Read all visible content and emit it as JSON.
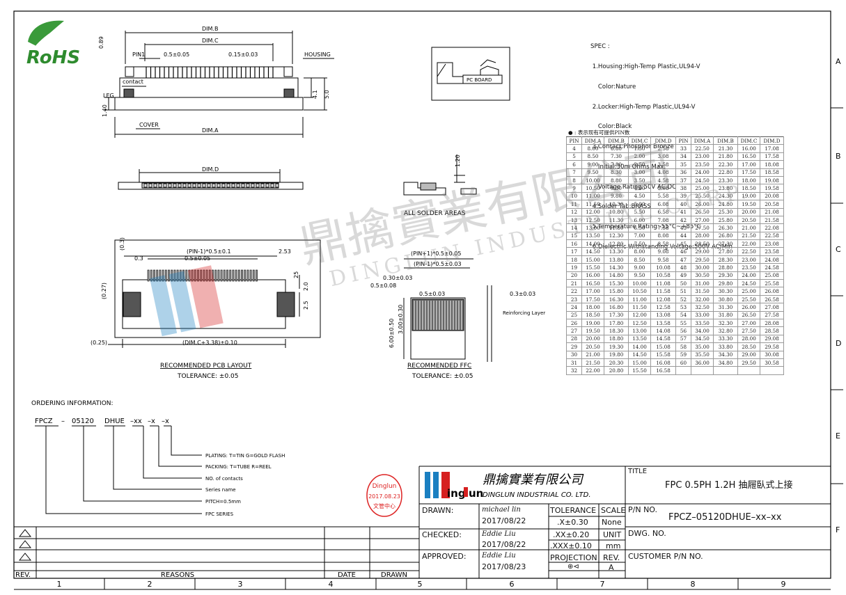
{
  "logo": {
    "rohs": "RoHS"
  },
  "drawing_labels": {
    "dim_b": "DIM.B",
    "dim_c": "DIM.C",
    "dim_a": "DIM.A",
    "dim_d": "DIM.D",
    "pin1": "PIN1",
    "housing": "HOUSING",
    "contact": "contact",
    "leg": "LEG",
    "cover": "COVER",
    "pitch": "0.5±0.05",
    "pin_w": "0.15±0.03",
    "h089": "0.89",
    "h50": "5.0",
    "h41": "4.1",
    "h140": "1.40",
    "pc_board": "PC BOARD",
    "solder_areas": "ALL SOLDER AREAS",
    "h120": "1.20",
    "pcb_pin": "(PIN-1)*0.5±0.1",
    "pcb_253": "2.53",
    "pcb_03": "0.3",
    "pcb_05": "0.5±0.05",
    "pcb_03b": "(0.3)",
    "pcb_027": "(0.27)",
    "pcb_025": "(0.25)",
    "pcb_20": "2.0",
    "pcb_25": "2.5",
    "pcb_25b": "25",
    "pcb_dimc": "(DIM.C+3.38)±0.10",
    "pcb_title": "RECOMMENDED PCB LAYOUT",
    "pcb_tol": "TOLERANCE: ±0.05",
    "ffc_a": "(PIN+1)*0.5±0.05",
    "ffc_b": "(PIN-1)*0.5±0.03",
    "ffc_c": "0.30±0.03",
    "ffc_d": "0.5±0.08",
    "ffc_e": "0.5±0.03",
    "ffc_f": "0.3±0.03",
    "ffc_g": "6.00±0.50",
    "ffc_h": "3.00±0.30",
    "ffc_layer": "Reinforcing Layer",
    "ffc_title": "RECOMMENDED FFC",
    "ffc_tol": "TOLERANCE: ±0.05"
  },
  "spec": {
    "title": "SPEC :",
    "lines": [
      " 1.Housing:High-Temp Plastic,UL94-V",
      "    Color:Nature",
      " 2.Locker:High-Temp Plastic,UL94-V",
      "    Color:Black",
      " 3.Contact:Phosphor Bronze",
      "    Initial:30m Ohms Max.",
      "    Voltage Rating:50V AC,DC",
      " 4.Solder Tab:BRASS",
      " 5.Temperature Rating:-55°C~+85°C",
      " 6.Dielectric Withstanding Voltage:500V AC/Min"
    ]
  },
  "table": {
    "note": "● : 表示现有可提供PIN数",
    "headers": [
      "PIN",
      "DIM.A",
      "DIM.B",
      "DIM.C",
      "DIM.D",
      "PIN",
      "DIM.A",
      "DIM.B",
      "DIM.C",
      "DIM.D"
    ],
    "rows": [
      [
        "4",
        "8.00",
        "6.80",
        "1.50",
        "2.58",
        "33",
        "22.50",
        "21.30",
        "16.00",
        "17.08"
      ],
      [
        "5",
        "8.50",
        "7.30",
        "2.00",
        "3.08",
        "34",
        "23.00",
        "21.80",
        "16.50",
        "17.58"
      ],
      [
        "6",
        "9.00",
        "7.80",
        "2.50",
        "3.58",
        "35",
        "23.50",
        "22.30",
        "17.00",
        "18.08"
      ],
      [
        "7",
        "9.50",
        "8.30",
        "3.00",
        "4.08",
        "36",
        "24.00",
        "22.80",
        "17.50",
        "18.58"
      ],
      [
        "8",
        "10.00",
        "8.80",
        "3.50",
        "4.58",
        "37",
        "24.50",
        "23.30",
        "18.00",
        "19.08"
      ],
      [
        "9",
        "10.50",
        "9.30",
        "4.00",
        "5.08",
        "38",
        "25.00",
        "23.80",
        "18.50",
        "19.58"
      ],
      [
        "10",
        "11.00",
        "9.80",
        "4.50",
        "5.58",
        "39",
        "25.50",
        "24.30",
        "19.00",
        "20.08"
      ],
      [
        "11",
        "11.50",
        "10.30",
        "5.00",
        "6.08",
        "40",
        "26.00",
        "24.80",
        "19.50",
        "20.58"
      ],
      [
        "12",
        "12.00",
        "10.80",
        "5.50",
        "6.58",
        "41",
        "26.50",
        "25.30",
        "20.00",
        "21.08"
      ],
      [
        "13",
        "12.50",
        "11.30",
        "6.00",
        "7.08",
        "42",
        "27.00",
        "25.80",
        "20.50",
        "21.58"
      ],
      [
        "14",
        "13.00",
        "11.80",
        "6.50",
        "7.58",
        "43",
        "27.50",
        "26.30",
        "21.00",
        "22.08"
      ],
      [
        "15",
        "13.50",
        "12.30",
        "7.00",
        "8.08",
        "44",
        "28.00",
        "26.80",
        "21.50",
        "22.58"
      ],
      [
        "16",
        "14.00",
        "12.80",
        "7.50",
        "8.58",
        "45",
        "28.50",
        "27.30",
        "22.00",
        "23.08"
      ],
      [
        "17",
        "14.50",
        "13.30",
        "8.00",
        "9.08",
        "46",
        "29.00",
        "27.80",
        "22.50",
        "23.58"
      ],
      [
        "18",
        "15.00",
        "13.80",
        "8.50",
        "9.58",
        "47",
        "29.50",
        "28.30",
        "23.00",
        "24.08"
      ],
      [
        "19",
        "15.50",
        "14.30",
        "9.00",
        "10.08",
        "48",
        "30.00",
        "28.80",
        "23.50",
        "24.58"
      ],
      [
        "20",
        "16.00",
        "14.80",
        "9.50",
        "10.58",
        "49",
        "30.50",
        "29.30",
        "24.00",
        "25.08"
      ],
      [
        "21",
        "16.50",
        "15.30",
        "10.00",
        "11.08",
        "50",
        "31.00",
        "29.80",
        "24.50",
        "25.58"
      ],
      [
        "22",
        "17.00",
        "15.80",
        "10.50",
        "11.58",
        "51",
        "31.50",
        "30.30",
        "25.00",
        "26.08"
      ],
      [
        "23",
        "17.50",
        "16.30",
        "11.00",
        "12.08",
        "52",
        "32.00",
        "30.80",
        "25.50",
        "26.58"
      ],
      [
        "24",
        "18.00",
        "16.80",
        "11.50",
        "12.58",
        "53",
        "32.50",
        "31.30",
        "26.00",
        "27.08"
      ],
      [
        "25",
        "18.50",
        "17.30",
        "12.00",
        "13.08",
        "54",
        "33.00",
        "31.80",
        "26.50",
        "27.58"
      ],
      [
        "26",
        "19.00",
        "17.80",
        "12.50",
        "13.58",
        "55",
        "33.50",
        "32.30",
        "27.00",
        "28.08"
      ],
      [
        "27",
        "19.50",
        "18.30",
        "13.00",
        "14.08",
        "56",
        "34.00",
        "32.80",
        "27.50",
        "28.58"
      ],
      [
        "28",
        "20.00",
        "18.80",
        "13.50",
        "14.58",
        "57",
        "34.50",
        "33.30",
        "28.00",
        "29.08"
      ],
      [
        "29",
        "20.50",
        "19.30",
        "14.00",
        "15.08",
        "58",
        "35.00",
        "33.80",
        "28.50",
        "29.58"
      ],
      [
        "30",
        "21.00",
        "19.80",
        "14.50",
        "15.58",
        "59",
        "35.50",
        "34.30",
        "29.00",
        "30.08"
      ],
      [
        "31",
        "21.50",
        "20.30",
        "15.00",
        "16.08",
        "60",
        "36.00",
        "34.80",
        "29.50",
        "30.58"
      ],
      [
        "32",
        "22.00",
        "20.80",
        "15.50",
        "16.58",
        "",
        "",
        "",
        "",
        ""
      ]
    ]
  },
  "ordering": {
    "title": "ORDERING INFORMATION:",
    "code_a": "FPCZ",
    "dash1": "–",
    "code_b": "05120",
    "code_c": "DHUE",
    "code_d": "–xx",
    "code_e": "–x",
    "code_f": "–x",
    "items": [
      "PLATING: T=TIN G=GOLD FLASH",
      "PACKING: T=TUBE R=REEL",
      "NO. of contacts",
      "Series name",
      "PITCH=0.5mm",
      "FPC SERIES"
    ]
  },
  "stamp": {
    "name": "Dinglun",
    "date": "2017.08.23",
    "dept": "文管中心"
  },
  "company": {
    "logo_text": "ing",
    "logo_text2": "un",
    "cn_name": "鼎擒實業有限公司",
    "en_name": "DINGLUN INDUSTRIAL CO. LTD."
  },
  "title_block": {
    "title_label": "TITLE",
    "title": "FPC 0.5PH 1.2H 抽屜臥式上接",
    "drawn_label": "DRAWN:",
    "drawn_by": "michael lin",
    "drawn_date": "2017/08/22",
    "checked_label": "CHECKED:",
    "checked_by": "Eddie Liu",
    "checked_date": "2017/08/22",
    "approved_label": "APPROVED:",
    "approved_by": "Eddie Liu",
    "approved_date": "2017/08/23",
    "tolerance_label": "TOLERANCE",
    "tol1": ".X±0.30",
    "tol2": ".XX±0.20",
    "tol3": ".XXX±0.10",
    "projection_label": "PROJECTION",
    "scale_label": "SCALE",
    "scale": "None",
    "unit_label": "UNIT",
    "unit": "mm",
    "rev_label": "REV.",
    "rev": "A",
    "pn_label": "P/N NO.",
    "pn": "FPCZ–05120DHUE–xx–xx",
    "dwg_label": "DWG. NO.",
    "customer_label": "CUSTOMER P/N NO."
  },
  "revision_block": {
    "rev": "REV.",
    "reasons": "REASONS",
    "date": "DATE",
    "drawn": "DRAWN"
  },
  "zones": {
    "cols": [
      "1",
      "2",
      "3",
      "4",
      "5",
      "6",
      "7",
      "8",
      "9"
    ],
    "rows": [
      "A",
      "B",
      "C",
      "D",
      "E",
      "F"
    ]
  },
  "watermark": {
    "cn": "鼎擒實業有限公司",
    "en": "DINGLUN INDUSTRIAL CORP."
  }
}
